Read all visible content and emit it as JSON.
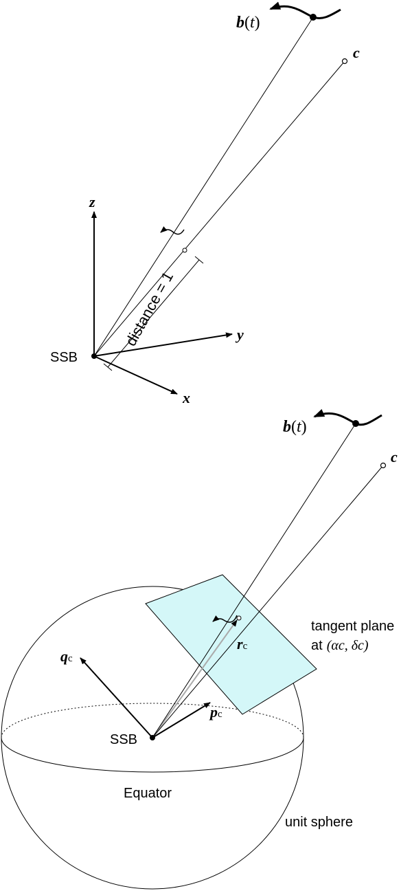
{
  "top_diagram": {
    "axes": {
      "z_label": "z",
      "y_label": "y",
      "x_label": "x"
    },
    "origin_label": "SSB",
    "distance_label": "distance = 1",
    "b_label": {
      "bold": "b",
      "open": "(",
      "arg": "t",
      "close": ")"
    },
    "c_label": "c"
  },
  "bottom_diagram": {
    "origin_label": "SSB",
    "b_label": {
      "bold": "b",
      "open": "(",
      "arg": "t",
      "close": ")"
    },
    "c_label": "c",
    "q_label": {
      "bold": "q",
      "sub": "c"
    },
    "p_label": {
      "bold": "p",
      "sub": "c"
    },
    "r_label": {
      "bold": "r",
      "sub": "c"
    },
    "tangent_plane": {
      "line1": "tangent plane",
      "line2_prefix": "at",
      "line2_coords": "(αc, δc)"
    },
    "equator_label": "Equator",
    "sphere_label": "unit sphere",
    "colors": {
      "plane_fill": "#d4f7f8",
      "stroke": "#000000"
    }
  }
}
